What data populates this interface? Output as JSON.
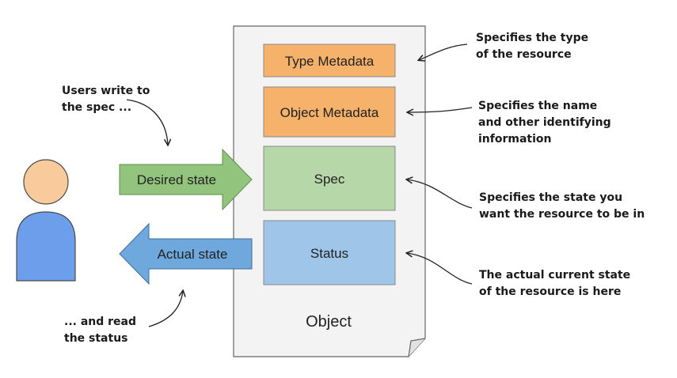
{
  "object": {
    "title": "Object",
    "sections": [
      {
        "label": "Type Metadata",
        "color": "#f6b26b"
      },
      {
        "label": "Object Metadata",
        "color": "#f6b26b"
      },
      {
        "label": "Spec",
        "color": "#b6d7a8"
      },
      {
        "label": "Status",
        "color": "#9fc5e8"
      }
    ]
  },
  "arrows": {
    "desired": {
      "label": "Desired state",
      "color": "#93c47d"
    },
    "actual": {
      "label": "Actual state",
      "color": "#6fa8dc"
    }
  },
  "user": {
    "head_color": "#f9cb9c",
    "body_color": "#6d9eeb"
  },
  "notes": {
    "users_write": [
      "Users write to",
      "the spec ..."
    ],
    "and_read": [
      "... and read",
      "the status"
    ],
    "type_note": [
      "Specifies the type",
      "of the resource"
    ],
    "objmeta_note": [
      "Specifies the name",
      "and other identifying",
      "information"
    ],
    "spec_note": [
      "Specifies the state you",
      "want the resource to be in"
    ],
    "status_note": [
      "The actual current state",
      "of the resource is here"
    ]
  }
}
